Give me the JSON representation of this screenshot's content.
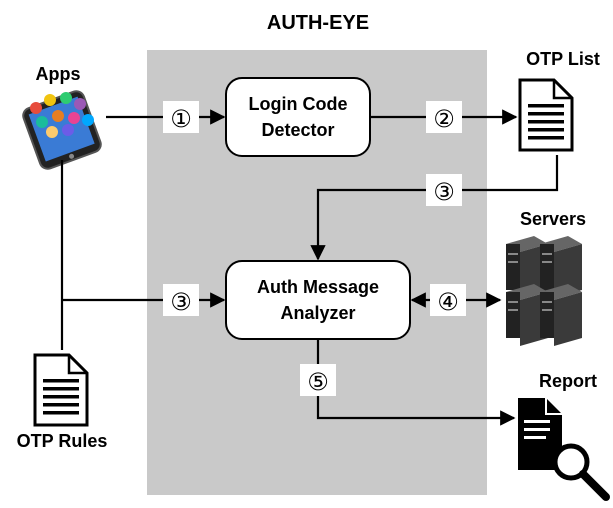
{
  "title": "AUTH-EYE",
  "nodes": {
    "apps": "Apps",
    "otp_list": "OTP List",
    "servers": "Servers",
    "report": "Report",
    "otp_rules": "OTP Rules",
    "login_code_detector": {
      "line1": "Login Code",
      "line2": "Detector"
    },
    "auth_message_analyzer": {
      "line1": "Auth Message",
      "line2": "Analyzer"
    }
  },
  "steps": {
    "s1": "①",
    "s2": "②",
    "s3a": "③",
    "s3b": "③",
    "s4": "④",
    "s5": "⑤"
  },
  "colors": {
    "system_box": "#c9c9c9",
    "stroke": "#000000",
    "node_fill": "#ffffff"
  }
}
